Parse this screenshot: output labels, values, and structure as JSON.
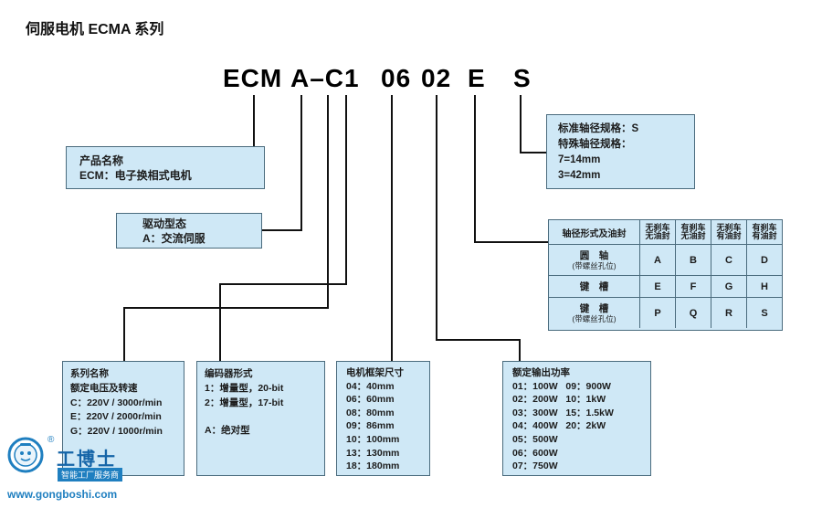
{
  "title": "伺服电机 ECMA 系列",
  "model_code": {
    "segments": [
      "ECM",
      "A–C1",
      "06",
      "02",
      "E",
      "S"
    ]
  },
  "product_box": {
    "lines": [
      "产品名称",
      "ECM：电子换相式电机"
    ]
  },
  "drive_box": {
    "lines": [
      "驱动型态",
      "A：交流伺服"
    ]
  },
  "shaft_spec_box": {
    "lines": [
      "标准轴径规格：S",
      "特殊轴径规格：",
      "7=14mm",
      "3=42mm"
    ]
  },
  "shaft_table": {
    "corner": "轴径形式及油封",
    "col_headers": [
      "无刹车无油封",
      "有刹车无油封",
      "无刹车有油封",
      "有刹车有油封"
    ],
    "rows": [
      {
        "label": "圆　轴",
        "sublabel": "(带螺丝孔位)",
        "cells": [
          "A",
          "B",
          "C",
          "D"
        ]
      },
      {
        "label": "键　槽",
        "sublabel": "",
        "cells": [
          "E",
          "F",
          "G",
          "H"
        ]
      },
      {
        "label": "键　槽",
        "sublabel": "(带螺丝孔位)",
        "cells": [
          "P",
          "Q",
          "R",
          "S"
        ]
      }
    ]
  },
  "series_box": {
    "lines": [
      "系列名称",
      "额定电压及转速",
      "C：220V / 3000r/min",
      "E：220V / 2000r/min",
      "G：220V / 1000r/min"
    ]
  },
  "encoder_box": {
    "lines": [
      "编码器形式",
      "1：增量型，20-bit",
      "2：增量型，17-bit",
      "A：绝对型"
    ]
  },
  "frame_box": {
    "lines": [
      "电机框架尺寸",
      "04：40mm",
      "06：60mm",
      "08：80mm",
      "09：86mm",
      "10：100mm",
      "13：130mm",
      "18：180mm"
    ]
  },
  "power_box": {
    "lines": [
      "额定输出功率",
      "01：100W   09：900W",
      "02：200W   10：1kW",
      "03：300W   15：1.5kW",
      "04：400W   20：2kW",
      "05：500W",
      "06：600W",
      "07：750W"
    ]
  },
  "logo": {
    "brand": "工博士",
    "registered": "®",
    "tagline": "智能工厂服务商",
    "url": "www.gongboshi.com"
  },
  "colors": {
    "box_bg": "#cfe8f6",
    "box_border": "#4a6b7d",
    "line": "#111111",
    "brand_blue": "#1f7fc0",
    "text": "#1c1c1c"
  }
}
